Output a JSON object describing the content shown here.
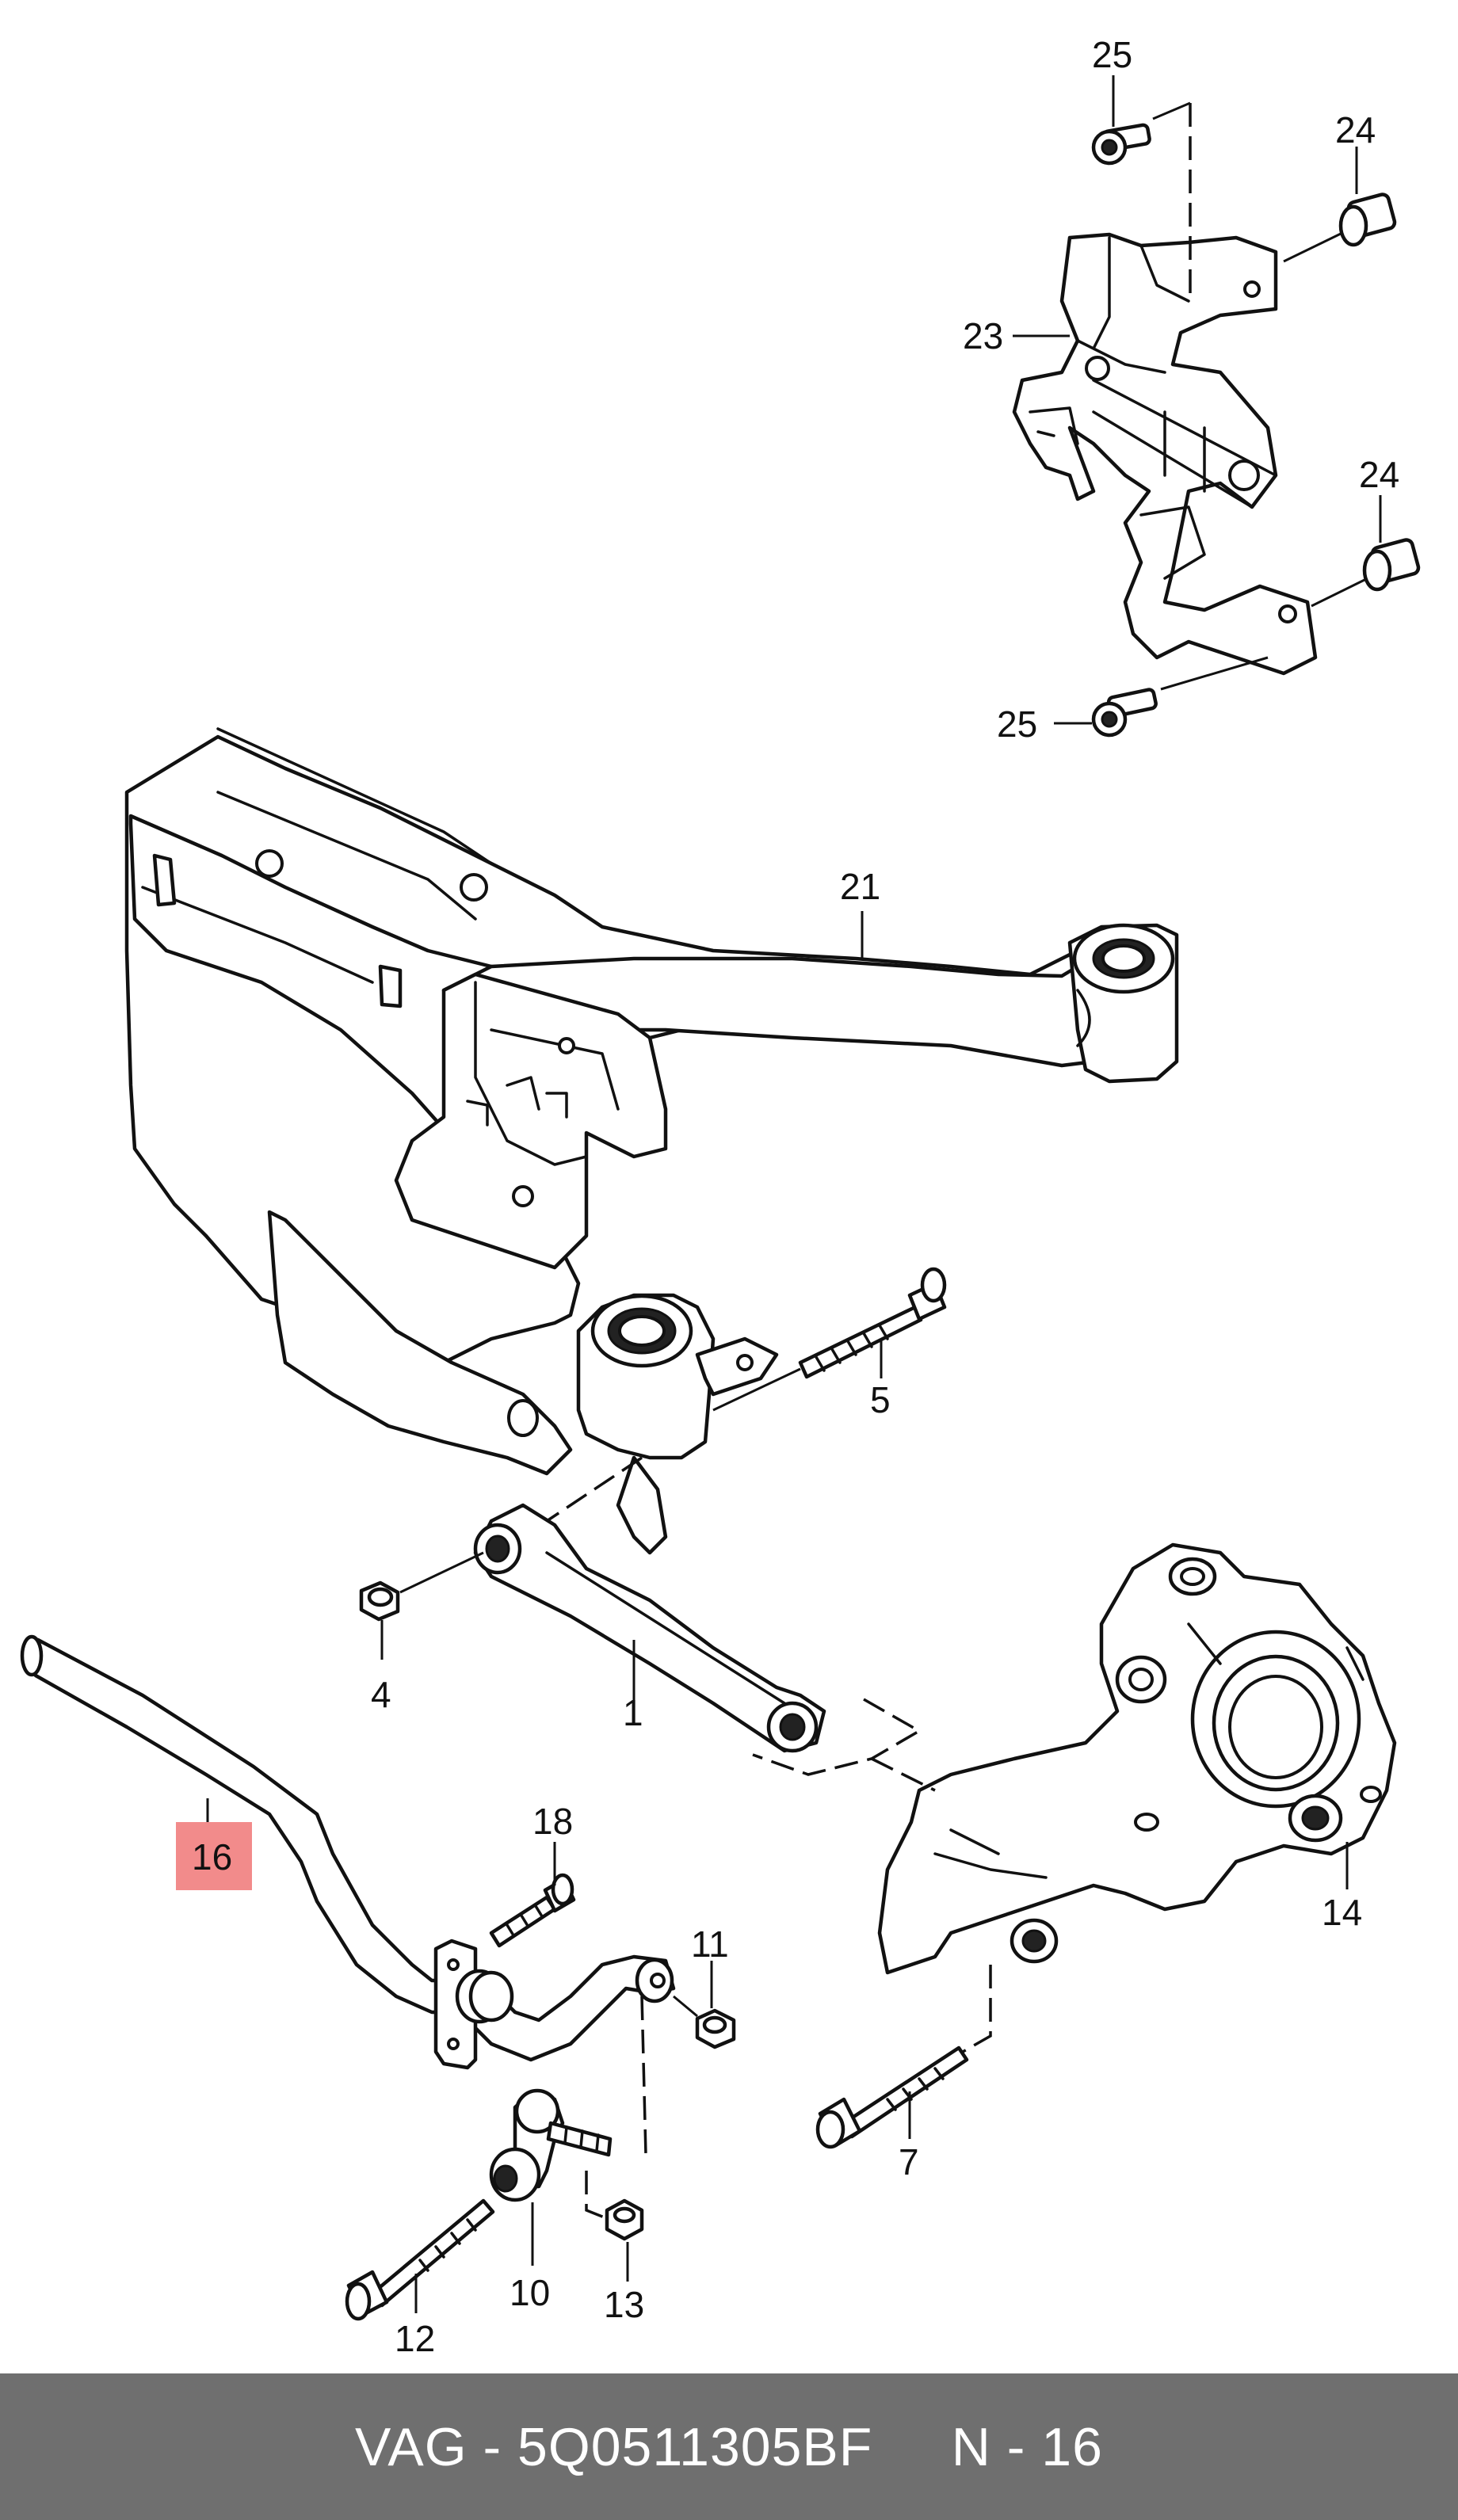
{
  "labels": {
    "p1": "1",
    "p4": "4",
    "p5": "5",
    "p7": "7",
    "p10": "10",
    "p11": "11",
    "p12": "12",
    "p13": "13",
    "p14": "14",
    "p16": "16",
    "p18": "18",
    "p21": "21",
    "p23": "23",
    "p24a": "24",
    "p24b": "24",
    "p25a": "25",
    "p25b": "25"
  },
  "highlight_color": "#f28b8b",
  "footer": {
    "text": "VAG - 5Q0511305BF     N - 16",
    "background": "#6f6f6f"
  }
}
